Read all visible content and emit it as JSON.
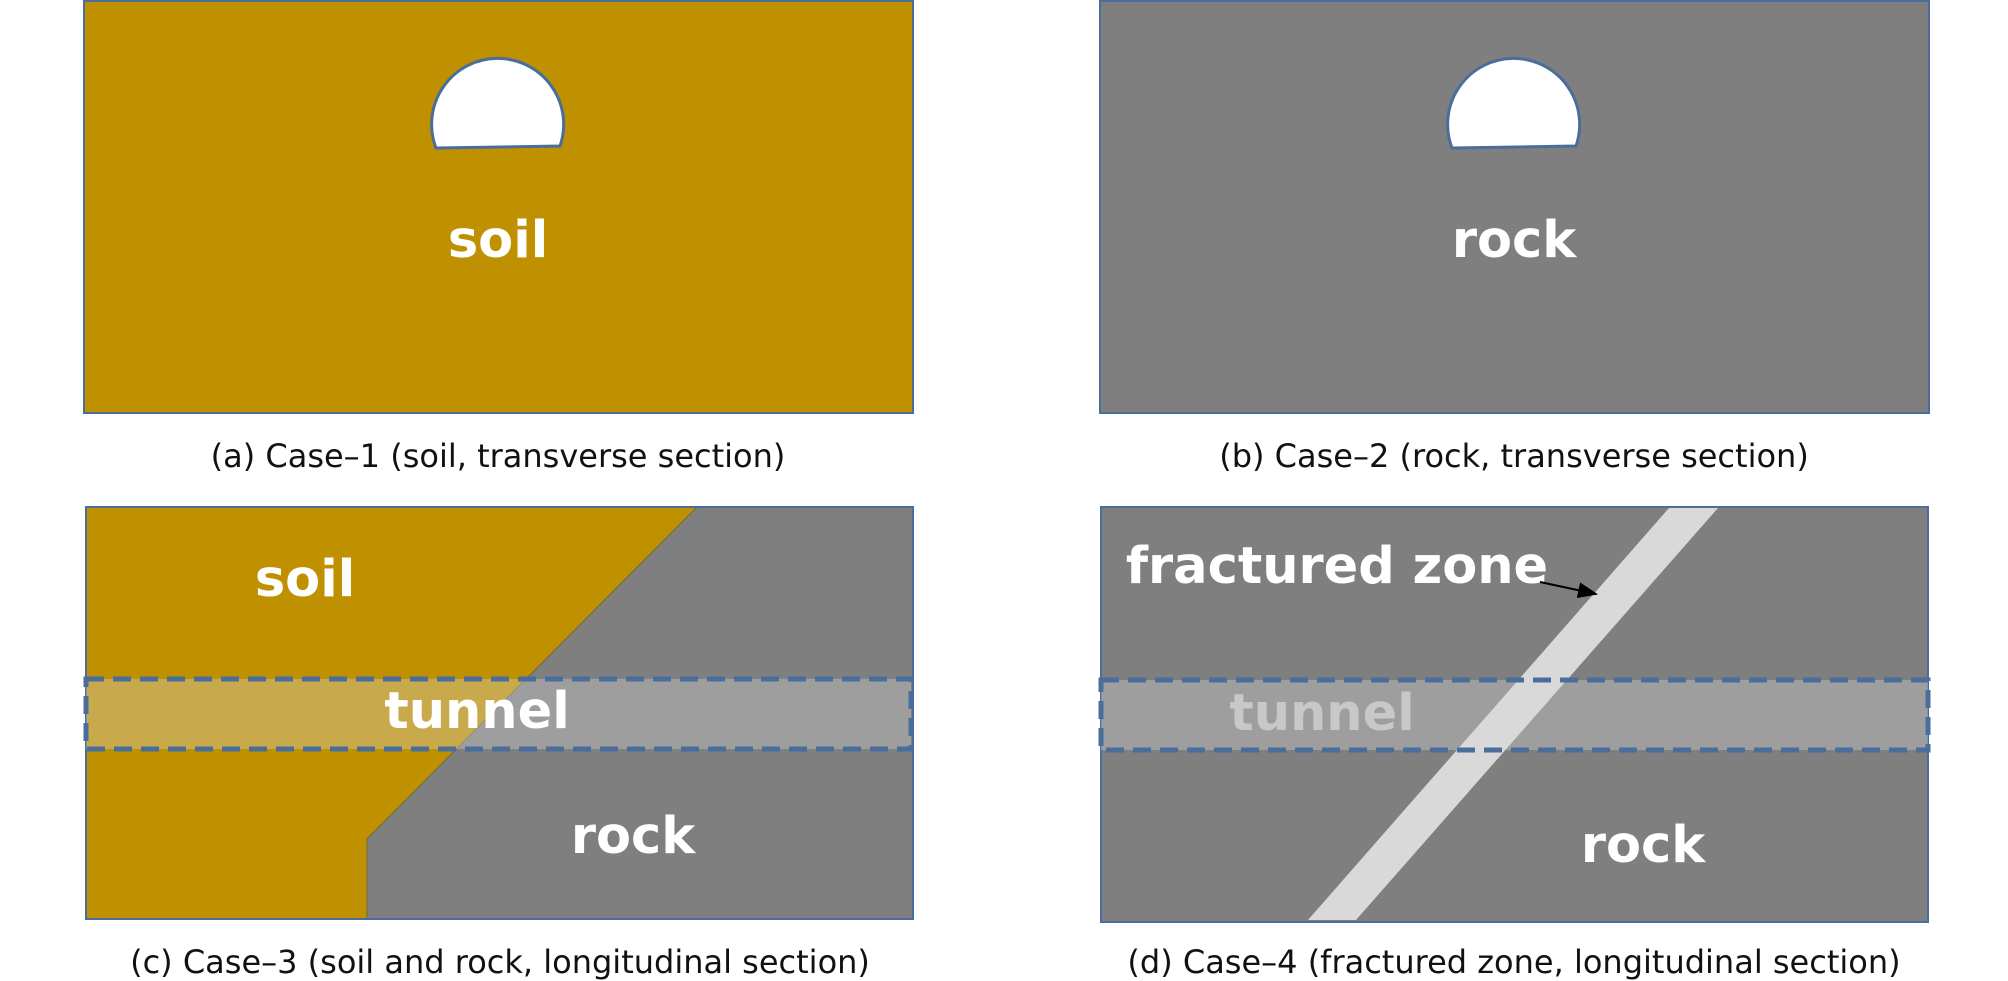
{
  "colors": {
    "soil": "#bf9000",
    "rock": "#7f7f7f",
    "border": "#4a6e9c",
    "tunnel_dash": "#4a6e9c",
    "fractured_zone": "#d9d9d9",
    "tunnel_fill": "#d9d9d9",
    "label": "#ffffff"
  },
  "panels": {
    "a": {
      "region_label": "soil",
      "caption": "(a) Case–1 (soil, transverse section)"
    },
    "b": {
      "region_label": "rock",
      "caption": "(b) Case–2 (rock, transverse section)"
    },
    "c": {
      "soil_label": "soil",
      "tunnel_label": "tunnel",
      "rock_label": "rock",
      "caption": "(c) Case–3 (soil and rock, longitudinal section)"
    },
    "d": {
      "zone_label": "fractured zone",
      "tunnel_label": "tunnel",
      "rock_label": "rock",
      "caption": "(d) Case–4 (fractured zone, longitudinal section)"
    }
  }
}
